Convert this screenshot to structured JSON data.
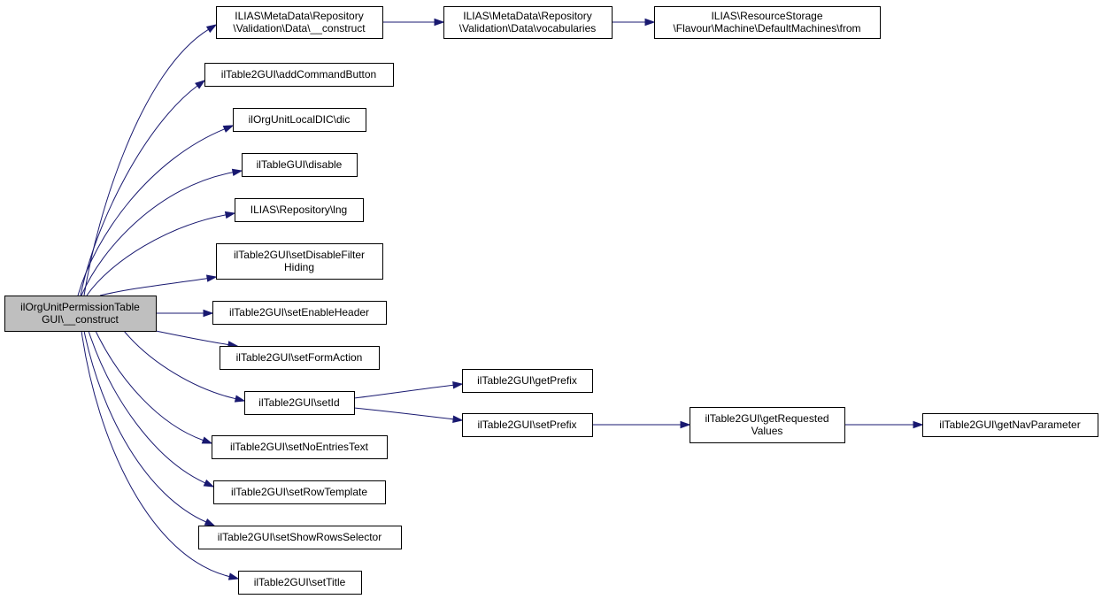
{
  "graph": {
    "colors": {
      "root_fill": "#bfbfbf",
      "node_fill": "#ffffff",
      "border": "#000000",
      "edge": "#191970"
    },
    "nodes": [
      {
        "id": "root",
        "lines": [
          "ilOrgUnitPermissionTable",
          "GUI\\__construct"
        ],
        "root": true
      },
      {
        "id": "n1",
        "lines": [
          "ILIAS\\MetaData\\Repository",
          "\\Validation\\Data\\__construct"
        ]
      },
      {
        "id": "n2",
        "lines": [
          "ILIAS\\MetaData\\Repository",
          "\\Validation\\Data\\vocabularies"
        ]
      },
      {
        "id": "n3",
        "lines": [
          "ILIAS\\ResourceStorage",
          "\\Flavour\\Machine\\DefaultMachines\\from"
        ]
      },
      {
        "id": "n4",
        "lines": [
          "ilTable2GUI\\addCommandButton"
        ]
      },
      {
        "id": "n5",
        "lines": [
          "ilOrgUnitLocalDIC\\dic"
        ]
      },
      {
        "id": "n6",
        "lines": [
          "ilTableGUI\\disable"
        ]
      },
      {
        "id": "n7",
        "lines": [
          "ILIAS\\Repository\\lng"
        ]
      },
      {
        "id": "n8",
        "lines": [
          "ilTable2GUI\\setDisableFilter",
          "Hiding"
        ]
      },
      {
        "id": "n9",
        "lines": [
          "ilTable2GUI\\setEnableHeader"
        ]
      },
      {
        "id": "n10",
        "lines": [
          "ilTable2GUI\\setFormAction"
        ]
      },
      {
        "id": "n11",
        "lines": [
          "ilTable2GUI\\setId"
        ]
      },
      {
        "id": "n12",
        "lines": [
          "ilTable2GUI\\getPrefix"
        ]
      },
      {
        "id": "n13",
        "lines": [
          "ilTable2GUI\\setPrefix"
        ]
      },
      {
        "id": "n14",
        "lines": [
          "ilTable2GUI\\getRequested",
          "Values"
        ]
      },
      {
        "id": "n15",
        "lines": [
          "ilTable2GUI\\getNavParameter"
        ]
      },
      {
        "id": "n16",
        "lines": [
          "ilTable2GUI\\setNoEntriesText"
        ]
      },
      {
        "id": "n17",
        "lines": [
          "ilTable2GUI\\setRowTemplate"
        ]
      },
      {
        "id": "n18",
        "lines": [
          "ilTable2GUI\\setShowRowsSelector"
        ]
      },
      {
        "id": "n19",
        "lines": [
          "ilTable2GUI\\setTitle"
        ]
      }
    ],
    "edges": [
      {
        "from": "root",
        "to": "n1"
      },
      {
        "from": "root",
        "to": "n4"
      },
      {
        "from": "root",
        "to": "n5"
      },
      {
        "from": "root",
        "to": "n6"
      },
      {
        "from": "root",
        "to": "n7"
      },
      {
        "from": "root",
        "to": "n8"
      },
      {
        "from": "root",
        "to": "n9"
      },
      {
        "from": "root",
        "to": "n10"
      },
      {
        "from": "root",
        "to": "n11"
      },
      {
        "from": "root",
        "to": "n16"
      },
      {
        "from": "root",
        "to": "n17"
      },
      {
        "from": "root",
        "to": "n18"
      },
      {
        "from": "root",
        "to": "n19"
      },
      {
        "from": "n1",
        "to": "n2"
      },
      {
        "from": "n2",
        "to": "n3"
      },
      {
        "from": "n11",
        "to": "n12"
      },
      {
        "from": "n11",
        "to": "n13"
      },
      {
        "from": "n13",
        "to": "n14"
      },
      {
        "from": "n14",
        "to": "n15"
      }
    ]
  }
}
